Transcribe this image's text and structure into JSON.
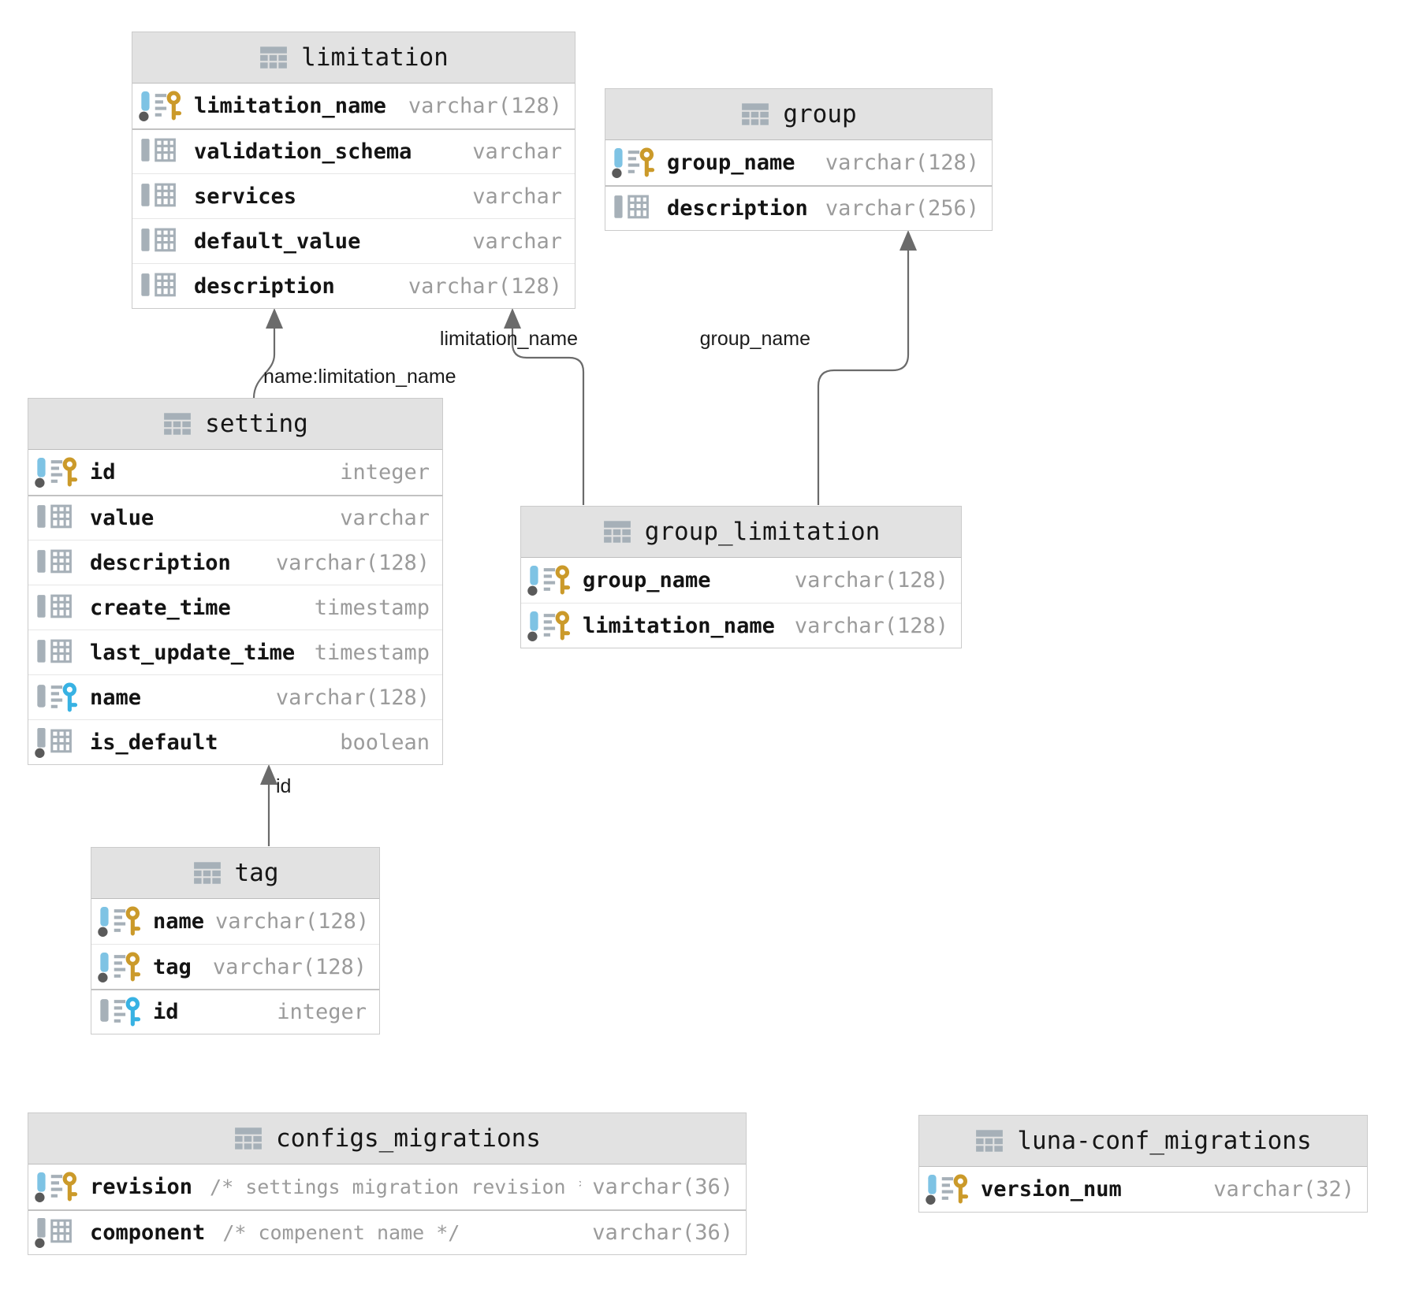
{
  "diagram": {
    "colors": {
      "background": "#ffffff",
      "table_border": "#cbcbcb",
      "header_bg": "#e2e2e2",
      "row_separator": "#e7e7e7",
      "section_separator": "#c2c2c2",
      "name_text": "#141414",
      "type_text": "#9b9b9b",
      "edge_line": "#6b6b6b",
      "edge_label": "#1b1b1b",
      "icon_gray": "#a6b0b8",
      "icon_blue": "#7ec3e4",
      "key_gold": "#cb9a2a",
      "key_blue": "#38b2e3",
      "dot_dark": "#5a5a5a"
    },
    "tables": [
      {
        "id": "limitation",
        "title": "limitation",
        "header_icon": "table-icon",
        "columns": [
          {
            "name": "limitation_name",
            "type": "varchar(128)",
            "icon": "primary-key-icon"
          },
          {
            "name": "validation_schema",
            "type": "varchar",
            "icon": "column-icon",
            "section_start": true
          },
          {
            "name": "services",
            "type": "varchar",
            "icon": "column-icon"
          },
          {
            "name": "default_value",
            "type": "varchar",
            "icon": "column-icon"
          },
          {
            "name": "description",
            "type": "varchar(128)",
            "icon": "column-icon"
          }
        ]
      },
      {
        "id": "group",
        "title": "group",
        "header_icon": "table-icon",
        "columns": [
          {
            "name": "group_name",
            "type": "varchar(128)",
            "icon": "primary-key-icon"
          },
          {
            "name": "description",
            "type": "varchar(256)",
            "icon": "column-icon",
            "section_start": true
          }
        ]
      },
      {
        "id": "setting",
        "title": "setting",
        "header_icon": "table-icon",
        "columns": [
          {
            "name": "id",
            "type": "integer",
            "icon": "primary-key-icon"
          },
          {
            "name": "value",
            "type": "varchar",
            "icon": "column-icon",
            "section_start": true
          },
          {
            "name": "description",
            "type": "varchar(128)",
            "icon": "column-icon"
          },
          {
            "name": "create_time",
            "type": "timestamp",
            "icon": "column-icon"
          },
          {
            "name": "last_update_time",
            "type": "timestamp",
            "icon": "column-icon"
          },
          {
            "name": "name",
            "type": "varchar(128)",
            "icon": "unique-key-icon"
          },
          {
            "name": "is_default",
            "type": "boolean",
            "icon": "column-notnull-icon"
          }
        ]
      },
      {
        "id": "group_limitation",
        "title": "group_limitation",
        "header_icon": "table-icon",
        "columns": [
          {
            "name": "group_name",
            "type": "varchar(128)",
            "icon": "primary-key-icon"
          },
          {
            "name": "limitation_name",
            "type": "varchar(128)",
            "icon": "primary-key-icon"
          }
        ]
      },
      {
        "id": "tag",
        "title": "tag",
        "header_icon": "table-icon",
        "columns": [
          {
            "name": "name",
            "type": "varchar(128)",
            "icon": "primary-key-icon"
          },
          {
            "name": "tag",
            "type": "varchar(128)",
            "icon": "primary-key-icon"
          },
          {
            "name": "id",
            "type": "integer",
            "icon": "unique-key-icon",
            "section_start": true
          }
        ]
      },
      {
        "id": "configs_migrations",
        "title": "configs_migrations",
        "header_icon": "table-icon",
        "columns": [
          {
            "name": "revision",
            "comment": "/* settings migration revision */",
            "type": "varchar(36)",
            "icon": "primary-key-icon"
          },
          {
            "name": "component",
            "comment": "/* compenent name */",
            "type": "varchar(36)",
            "icon": "column-notnull-icon",
            "section_start": true
          }
        ]
      },
      {
        "id": "luna-conf_migrations",
        "title": "luna-conf_migrations",
        "header_icon": "table-icon",
        "columns": [
          {
            "name": "version_num",
            "type": "varchar(32)",
            "icon": "primary-key-icon"
          }
        ]
      }
    ],
    "edges": [
      {
        "from": "setting",
        "to": "limitation",
        "label": "name:limitation_name"
      },
      {
        "from": "group_limitation",
        "to": "limitation",
        "label": "limitation_name"
      },
      {
        "from": "group_limitation",
        "to": "group",
        "label": "group_name"
      },
      {
        "from": "tag",
        "to": "setting",
        "label": "id"
      }
    ]
  }
}
